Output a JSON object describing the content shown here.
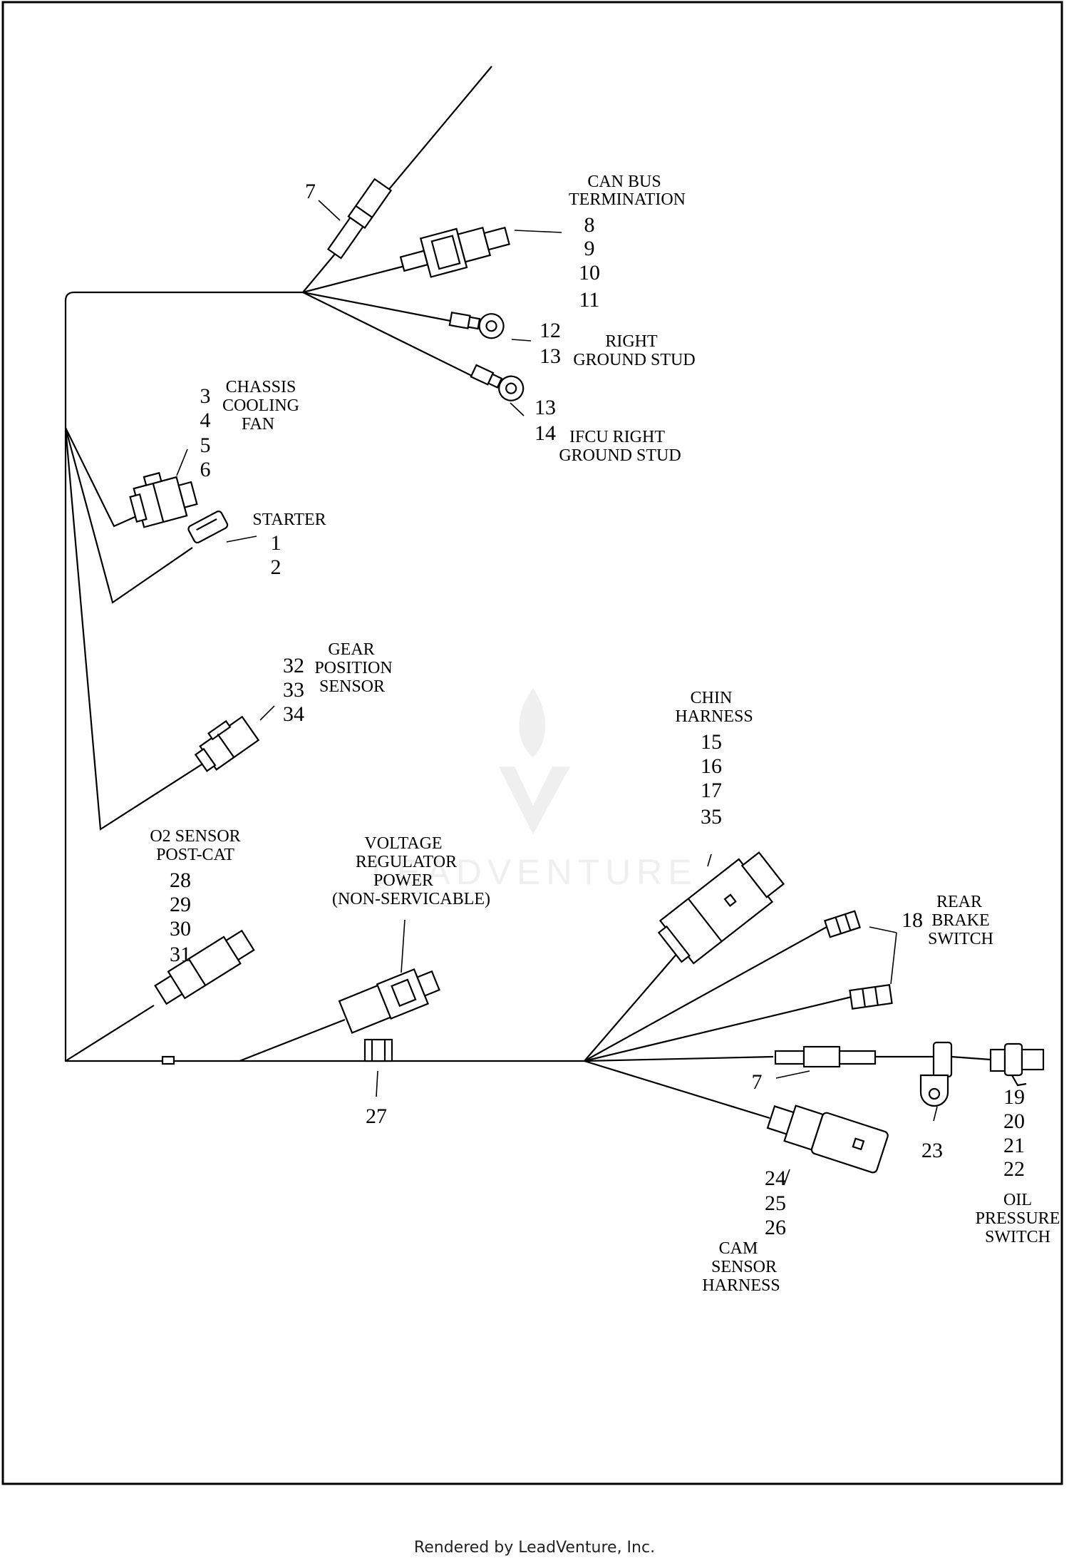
{
  "callouts": {
    "can_bus": {
      "title": [
        "CAN BUS",
        "TERMINATION"
      ],
      "numbers": [
        "8",
        "9",
        "10",
        "11"
      ]
    },
    "top_connector": {
      "number": "7"
    },
    "right_ground_stud": {
      "numbers": [
        "12",
        "13"
      ],
      "title": [
        "RIGHT",
        "GROUND STUD"
      ]
    },
    "ifcu_right_ground_stud": {
      "numbers": [
        "13",
        "14"
      ],
      "title": [
        "IFCU RIGHT",
        "GROUND STUD"
      ]
    },
    "chassis_cooling_fan": {
      "numbers": [
        "3",
        "4",
        "5",
        "6"
      ],
      "title": [
        "CHASSIS",
        "COOLING",
        "FAN"
      ]
    },
    "starter": {
      "title": "STARTER",
      "numbers": [
        "1",
        "2"
      ]
    },
    "gear_position_sensor": {
      "numbers": [
        "32",
        "33",
        "34"
      ],
      "title": [
        "GEAR",
        "POSITION",
        "SENSOR"
      ]
    },
    "o2_sensor": {
      "title": [
        "O2 SENSOR",
        "POST-CAT"
      ],
      "numbers": [
        "28",
        "29",
        "30",
        "31"
      ]
    },
    "voltage_regulator": {
      "title": [
        "VOLTAGE",
        "REGULATOR",
        "POWER",
        "(NON-SERVICABLE)"
      ]
    },
    "clip": {
      "number": "27"
    },
    "chin_harness": {
      "title": [
        "CHIN",
        "HARNESS"
      ],
      "numbers": [
        "15",
        "16",
        "17",
        "35"
      ]
    },
    "rear_brake_switch": {
      "number": "18",
      "title": [
        "REAR",
        "BRAKE",
        "SWITCH"
      ]
    },
    "lower_connector": {
      "number": "7"
    },
    "clamp": {
      "number": "23"
    },
    "oil_pressure_switch": {
      "numbers": [
        "19",
        "20",
        "21",
        "22"
      ],
      "title": [
        "OIL",
        "PRESSURE",
        "SWITCH"
      ]
    },
    "cam_sensor": {
      "numbers": [
        "24",
        "25",
        "26"
      ],
      "title": [
        "CAM",
        "SENSOR",
        "HARNESS"
      ]
    }
  },
  "watermark": "LEADVENTURE",
  "footer": "Rendered by LeadVenture, Inc."
}
